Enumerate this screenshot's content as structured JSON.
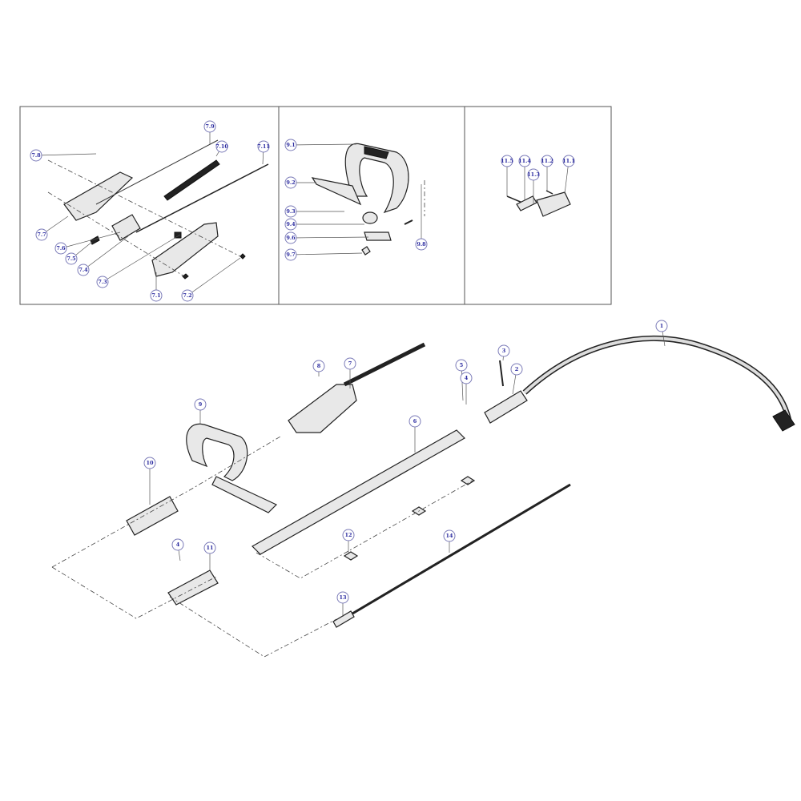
{
  "panels": [
    {
      "name": "throttle-handle-detail",
      "callouts": [
        "7.9",
        "7.10",
        "7.11",
        "7.8",
        "7.7",
        "7.6",
        "7.5",
        "7.4",
        "7.3",
        "7.1",
        "7.2"
      ]
    },
    {
      "name": "loop-handle-detail",
      "callouts": [
        "9.1",
        "9.2",
        "9.3",
        "9.4",
        "9.6",
        "9.7",
        "9.8"
      ]
    },
    {
      "name": "rear-clamp-detail",
      "callouts": [
        "11.5",
        "11.4",
        "11.3",
        "11.2",
        "11.1"
      ]
    }
  ],
  "main_callouts": [
    "1",
    "2",
    "3",
    "5",
    "4",
    "7",
    "8",
    "9",
    "6",
    "10",
    "12",
    "14",
    "4",
    "11",
    "13"
  ]
}
